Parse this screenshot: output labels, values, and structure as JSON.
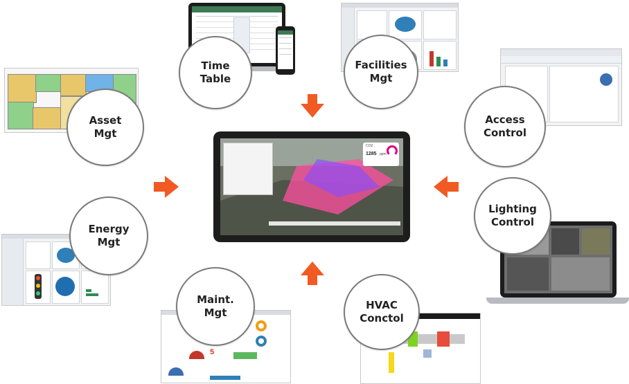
{
  "nodes": {
    "time_table": "Time\nTable",
    "facilities": "Facilities\nMgt",
    "access": "Access\nControl",
    "lighting": "Lighting\nControl",
    "hvac": "HVAC\nConctol",
    "maint": "Maint.\nMgt",
    "energy": "Energy\nMgt",
    "asset": "Asset\nMgt"
  },
  "hub": {
    "gauge_value": "1285",
    "gauge_unit": "ppm",
    "gauge_label": "CO2"
  },
  "maint_thumb": {
    "big_number": "5"
  },
  "colors": {
    "arrow": "#f15a22",
    "circle_border": "#7a7a7a",
    "heatmap_pink": "#ff4fa0",
    "heatmap_purple": "#8a4dff"
  },
  "icons": [
    "arrow-down-icon",
    "arrow-right-icon",
    "arrow-left-icon",
    "arrow-up-icon"
  ]
}
